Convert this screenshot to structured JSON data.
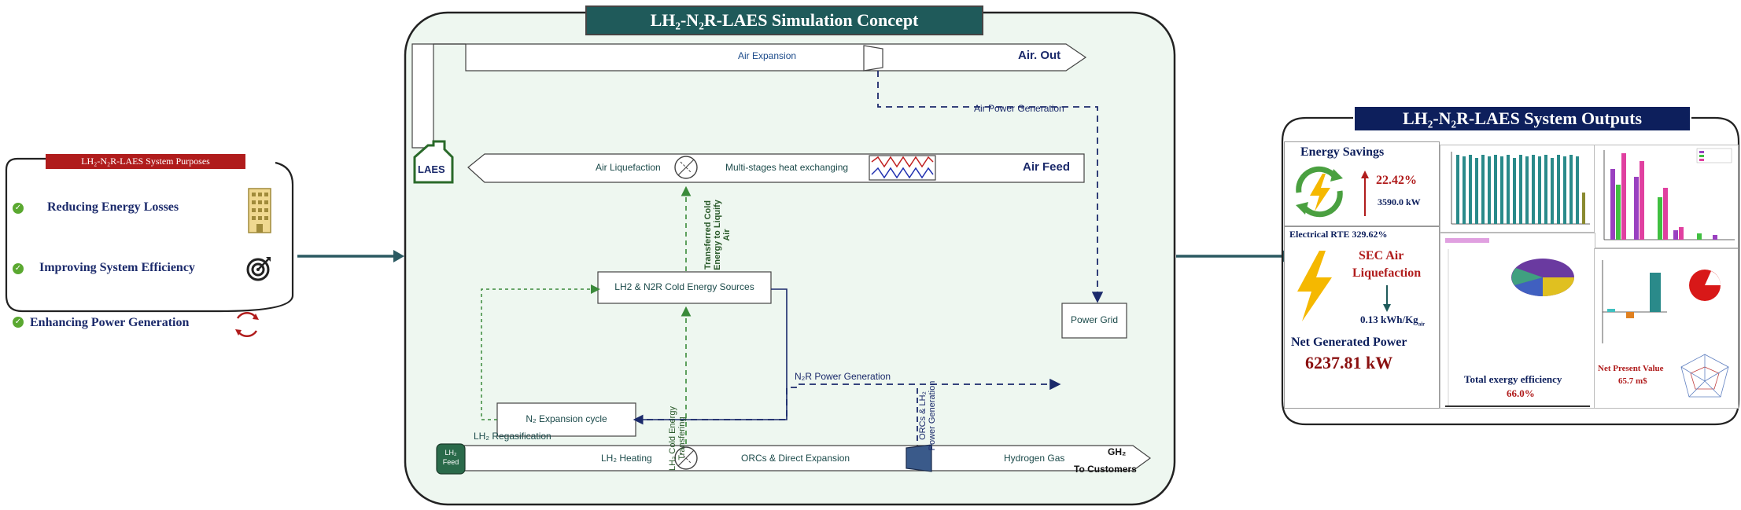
{
  "left_panel": {
    "title": "LH₂-N₂R-LAES System Purposes",
    "items": [
      {
        "label": "Reducing Energy Losses",
        "icon": "building-icon"
      },
      {
        "label": "Improving System Efficiency",
        "icon": "target-icon"
      },
      {
        "label": "Enhancing Power Generation",
        "icon": "cycle-arrows-icon"
      }
    ]
  },
  "center_panel": {
    "title": "LH₂-N₂R-LAES Simulation Concept",
    "laes_label": "LAES",
    "air_expansion": "Air Expansion",
    "air_out": "Air. Out",
    "air_power_generation": "Air Power Generation",
    "air_liquefaction": "Air Liquefaction",
    "multi_stage": "Multi-stages heat exchanging",
    "air_feed": "Air Feed",
    "transferred_cold_1": "Transferred Cold",
    "transferred_cold_2": "Energy to Liquify",
    "transferred_cold_3": "Air",
    "cold_sources": "LH2 & N2R Cold Energy Sources",
    "n2r_power": "N₂R Power Generation",
    "power_grid": "Power Grid",
    "n2_expansion": "N₂ Expansion cycle",
    "lh2_cold_1": "LH₂ Cold Energy",
    "lh2_cold_2": "Transfering",
    "orc_power_1": "ORCs & LH₂",
    "orc_power_2": "Power Generation",
    "lh2_regasification": "LH₂ Regasification",
    "lh2_feed_1": "LH₂",
    "lh2_feed_2": "Feed",
    "lh2_heating": "LH₂ Heating",
    "orcs_direct": "ORCs & Direct Expansion",
    "hydrogen_gas": "Hydrogen Gas",
    "gh2": "GH₂",
    "to_customers": "To Customers"
  },
  "right_panel": {
    "title": "LH₂-N₂R-LAES System Outputs",
    "energy_savings": "Energy Savings",
    "savings_pct": "22.42%",
    "savings_kw": "3590.0 kW",
    "electrical_rte": "Electrical RTE 329.62%",
    "sec_1": "SEC Air",
    "sec_2": "Liquefaction",
    "sec_value": "0.13 kWh/Kg",
    "sec_sub": "air",
    "net_power_label": "Net Generated Power",
    "net_power_value": "6237.81 kW",
    "exergy_label": "Total exergy efficiency",
    "exergy_value": "66.0%",
    "npv_label": "Net Present Value",
    "npv_value": "65.7 m$"
  },
  "colors": {
    "dark_teal": "#1f5a5a",
    "navy": "#0d1f5c",
    "panel_bg": "#eef7f0",
    "green_arrow": "#3a8a3a",
    "red_title": "#b01c1c"
  }
}
